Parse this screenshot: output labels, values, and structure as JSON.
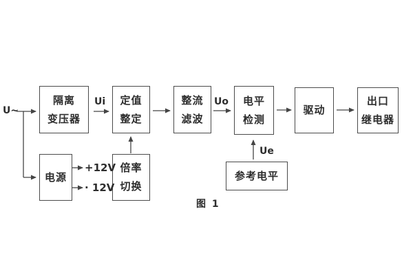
{
  "diagram": {
    "caption": "图 1",
    "source_label": "U~",
    "signals": {
      "ui": "Ui",
      "uo": "Uo",
      "ue": "Ue"
    },
    "power_rails": {
      "positive": "+12V",
      "negative": "· 12V"
    },
    "blocks": {
      "isolation_transformer": {
        "line1": "隔离",
        "line2": "变压器"
      },
      "setpoint_setting": {
        "line1": "定值",
        "line2": "整定"
      },
      "rectifier_filter": {
        "line1": "整流",
        "line2": "滤波"
      },
      "level_detection": {
        "line1": "电平",
        "line2": "检测"
      },
      "driver": {
        "line1": "驱动"
      },
      "output_relay": {
        "line1": "出口",
        "line2": "继电器"
      },
      "power_supply": {
        "line1": "电源"
      },
      "ratio_switch": {
        "line1": "倍率",
        "line2": "切换"
      },
      "reference_level": {
        "line1": "参考电平"
      }
    },
    "colors": {
      "line": "#454545",
      "text": "#2d2d2d",
      "background": "#ffffff"
    }
  }
}
